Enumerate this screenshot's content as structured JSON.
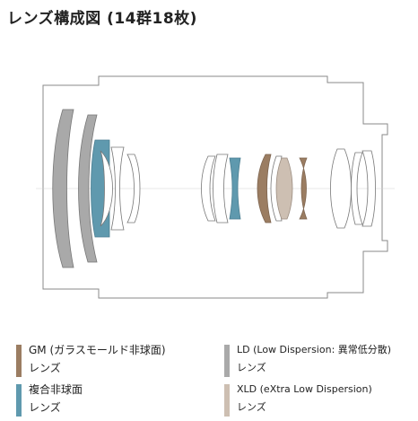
{
  "title": "レンズ構成図 (14群18枚)",
  "colors": {
    "gm": "#9b7d62",
    "aspherical": "#5f99ae",
    "ld": "#a9a9a9",
    "xld": "#cdbfb2",
    "outline": "#8a8a8a"
  },
  "legend": [
    {
      "line1": "GM (ガラスモールド非球面)",
      "line2": "レンズ"
    },
    {
      "line1": "複合非球面",
      "line2": "レンズ"
    },
    {
      "line1": "LD (Low Dispersion: 異常低分散)",
      "line2": "レンズ"
    },
    {
      "line1": "XLD (eXtra Low Dispersion)",
      "line2": "レンズ"
    }
  ]
}
